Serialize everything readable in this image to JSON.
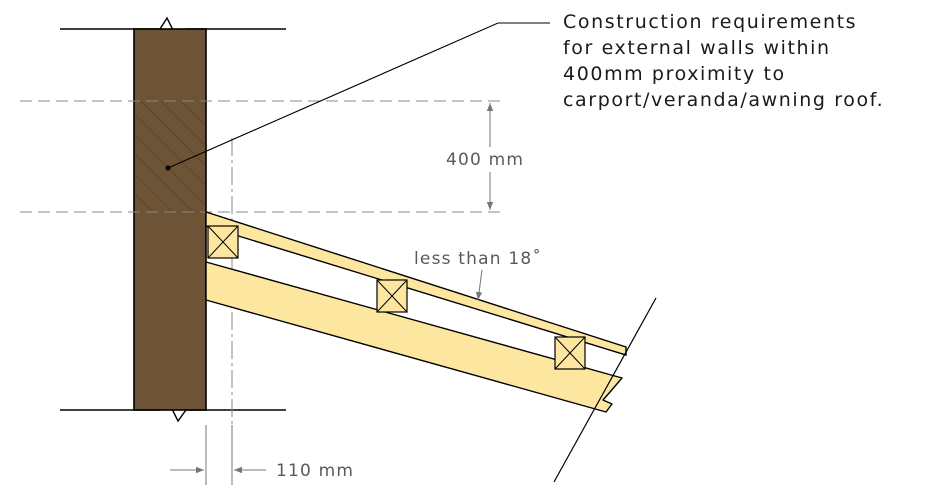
{
  "diagram": {
    "callout_lines": [
      "Construction requirements",
      "for external walls within",
      "400mm proximity to",
      "carport/veranda/awning roof."
    ],
    "height_dimension": "400 mm",
    "angle_label": "less than 18˚",
    "width_dimension": "110 mm"
  },
  "colors": {
    "wall": "#6e5436",
    "timber": "#fde7a0",
    "outline": "#000000",
    "dimension": "#777777"
  }
}
